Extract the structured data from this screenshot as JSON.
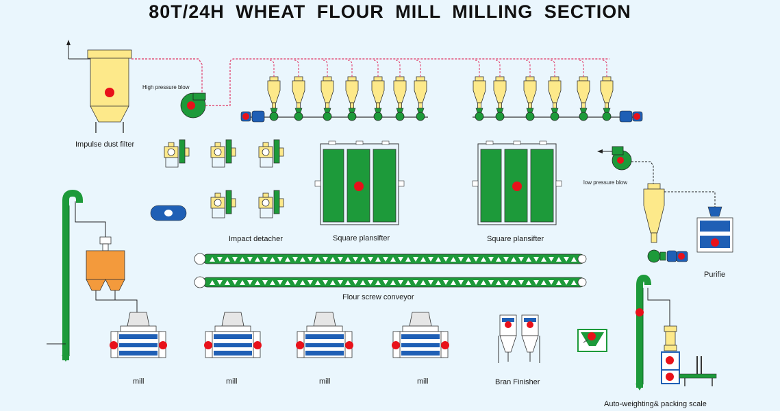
{
  "title": "80T/24H  WHEAT  FLOUR  MILL  MILLING SECTION",
  "labels": {
    "impulse_dust_filter": "Impulse dust filter",
    "high_pressure_blow": "High pressure blow",
    "low_pressure_blow": "low pressure blow",
    "impact_detacher": "Impact   detacher",
    "square_plansifter_1": "Square plansifter",
    "square_plansifter_2": "Square plansifter",
    "purifie": "Purifie",
    "flour_screw_conveyor": "Flour screw conveyor",
    "mill_1": "mill",
    "mill_2": "mill",
    "mill_3": "mill",
    "mill_4": "mill",
    "bran_finisher": "Bran Finisher",
    "packing_scale": "Auto-weighting& packing scale"
  },
  "colors": {
    "background": "#eaf6fd",
    "green": "#1d9a3a",
    "yellow": "#fde98a",
    "blue": "#1f5fb5",
    "red": "#e8111a",
    "orange": "#f39a3c",
    "duct": "#e2507a"
  }
}
